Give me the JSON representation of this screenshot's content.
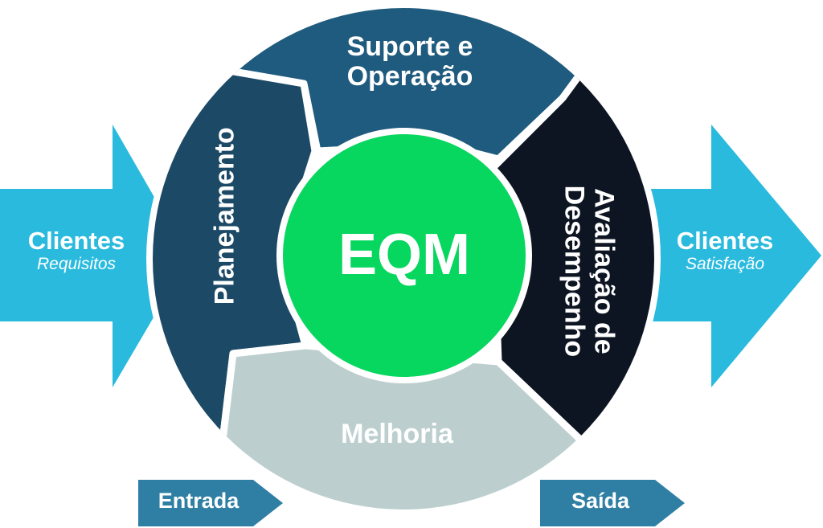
{
  "center": {
    "label": "EQM"
  },
  "segments": {
    "top": {
      "line1": "Suporte e",
      "line2": "Operação"
    },
    "left": {
      "label": "Planejamento"
    },
    "right": {
      "line1": "Avaliação de",
      "line2": "Desempenho"
    },
    "bottom": {
      "label": "Melhoria"
    }
  },
  "input": {
    "title": "Clientes",
    "subtitle": "Requisitos"
  },
  "output": {
    "title": "Clientes",
    "subtitle": "Satisfação"
  },
  "flow": {
    "in_label": "Entrada",
    "out_label": "Saída"
  },
  "colors": {
    "arrow": "#29bade",
    "top": "#1f5b7e",
    "left": "#1c4966",
    "right": "#0d1522",
    "bottom": "#bccfce",
    "center": "#07d65f",
    "small_arrow": "#2f7fa4"
  }
}
